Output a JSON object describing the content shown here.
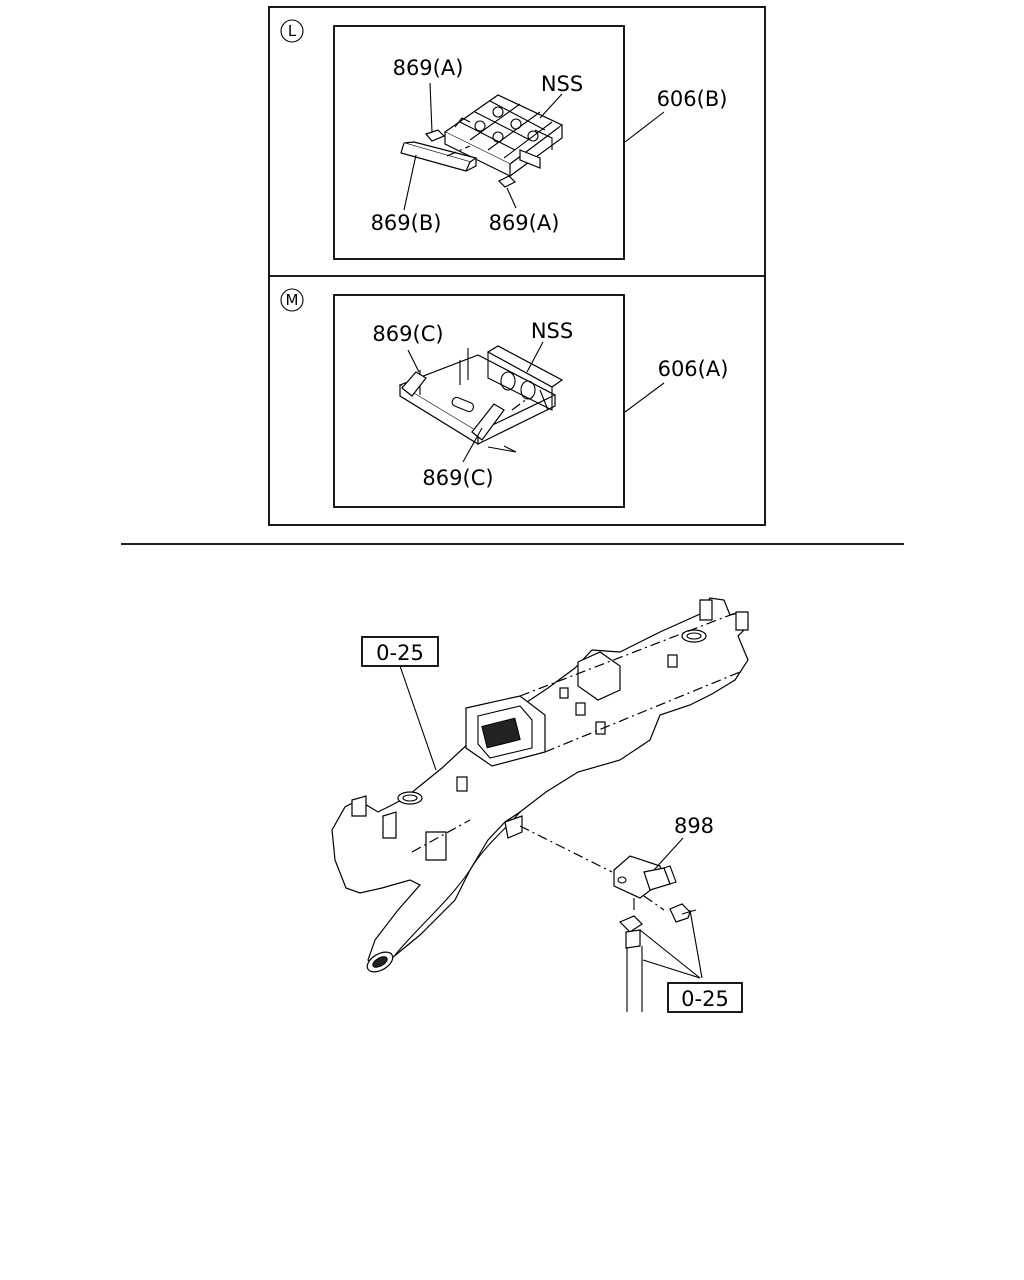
{
  "panel_l": {
    "marker": "L",
    "labels": {
      "part_869a_top": "869(A)",
      "nss": "NSS",
      "part_606b": "606(B)",
      "part_869b": "869(B)",
      "part_869a_bottom": "869(A)"
    }
  },
  "panel_m": {
    "marker": "M",
    "labels": {
      "part_869c_top": "869(C)",
      "nss": "NSS",
      "part_606a": "606(A)",
      "part_869c_bottom": "869(C)"
    }
  },
  "main": {
    "ref_box_upper": "0-25",
    "part_898": "898",
    "ref_box_lower": "0-25"
  }
}
